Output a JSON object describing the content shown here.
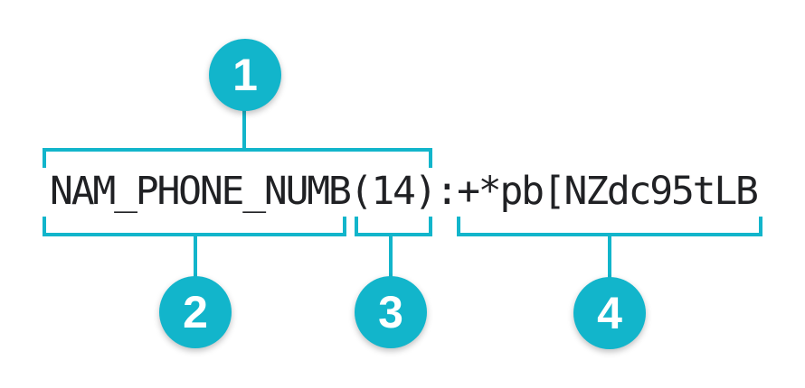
{
  "diagram": {
    "record_string": "NAM_PHONE_NUMB(14):+*pb[NZdc95tLB",
    "callouts": [
      {
        "label": "1"
      },
      {
        "label": "2"
      },
      {
        "label": "3"
      },
      {
        "label": "4"
      }
    ]
  },
  "colors": {
    "accent": "#12b5cb",
    "text": "#202124",
    "background": "#ffffff",
    "badge_text": "#ffffff"
  }
}
